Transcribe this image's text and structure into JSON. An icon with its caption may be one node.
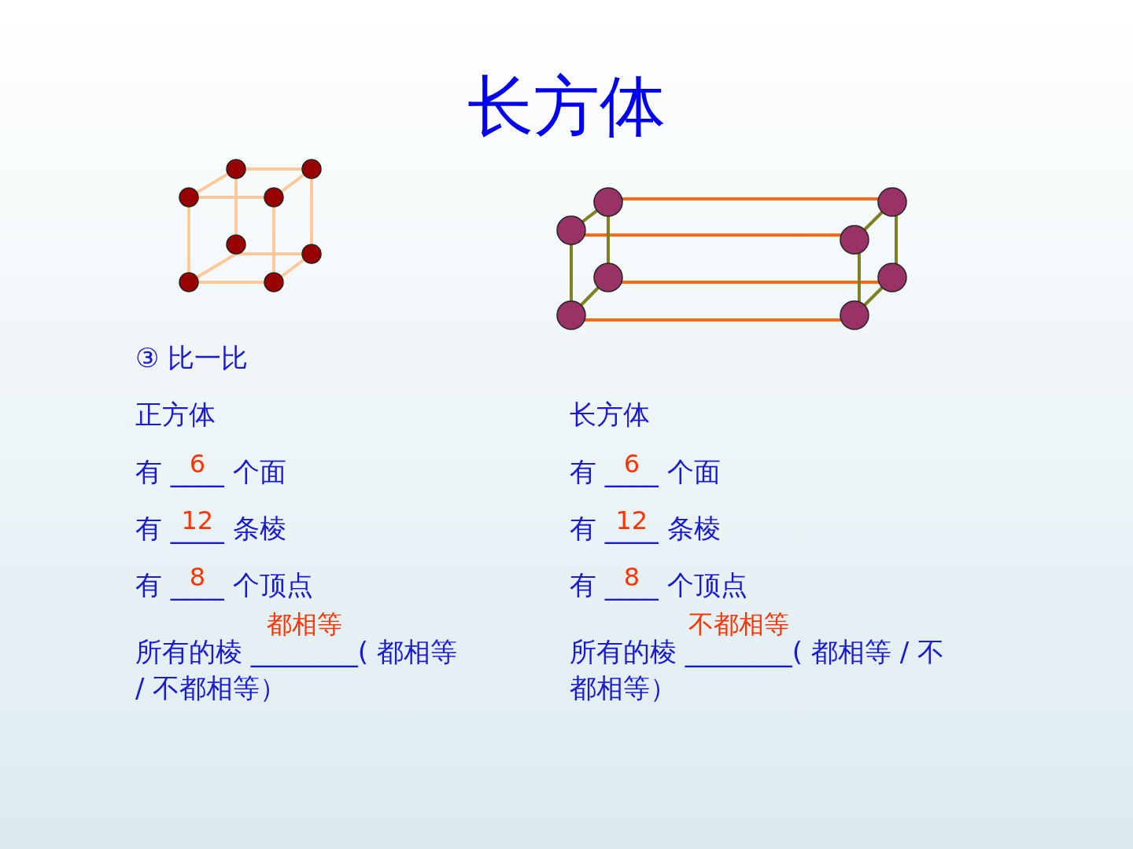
{
  "diagram": {
    "title": "长方体",
    "labels": [
      "③ 比一比",
      "正方体",
      "长方体",
      "有 ____ 个面",
      "6",
      "有 ____ 个面",
      "6",
      "有 ____ 条棱",
      "12",
      "有 ____ 条棱",
      "12",
      "有 ____ 个顶点",
      "8",
      "有 ____ 个顶点",
      "8",
      "所有的棱 ________( 都相等 / 不都相等）",
      "都相等",
      "所有的棱 ________( 都相等 / 不都相等）",
      "不都相等"
    ]
  }
}
